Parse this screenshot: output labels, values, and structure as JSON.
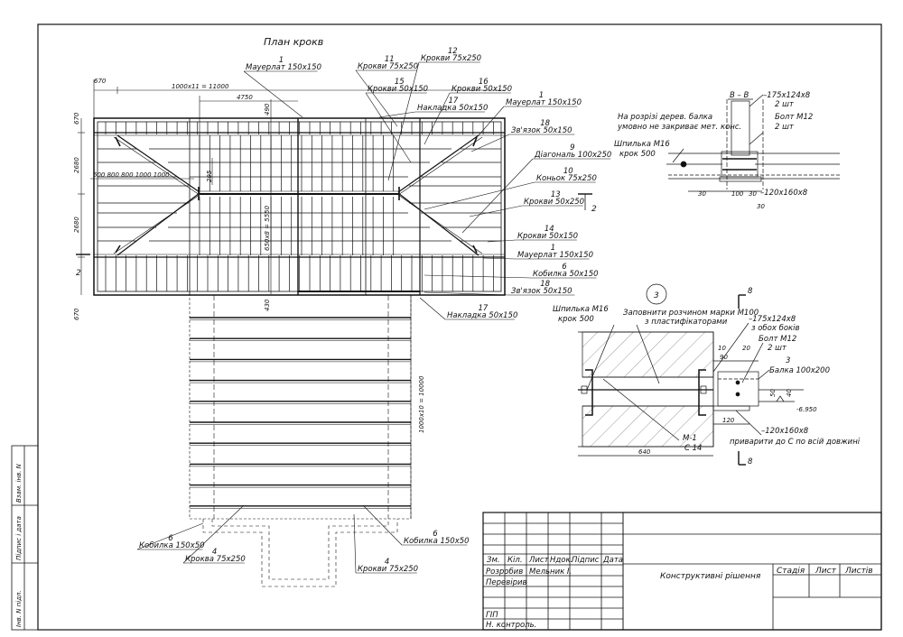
{
  "drawing_title": "План крокв",
  "side_stamp": [
    "Інв. N підл.",
    "Підпис і дата",
    "Взам. інв. N"
  ],
  "plan_dims": {
    "top_offset": "670",
    "total": "1000х11 = 11000",
    "half_span": "4750",
    "v_490": "490",
    "left_2680_a": "2680",
    "left_2680_b": "2680",
    "left_670_top": "670",
    "left_670_bot": "670",
    "spacing_row": "600 800 800 1000 1000",
    "v_295": "295",
    "v_5550": "650х8 = 5550",
    "v_430": "430",
    "v_10000": "1000х10 = 10000"
  },
  "section_marks": {
    "left": "2",
    "right": "2"
  },
  "callouts": [
    {
      "num": "1",
      "text": "Мауерлат 150х150"
    },
    {
      "num": "11",
      "text": "Крокви 75х250"
    },
    {
      "num": "12",
      "text": "Крокви 75х250"
    },
    {
      "num": "15",
      "text": "Крокви 50х150"
    },
    {
      "num": "16",
      "text": "Крокви 50х150"
    },
    {
      "num": "17",
      "text": "Накладка 50х150"
    },
    {
      "num": "1",
      "text": "Мауерлат 150х150"
    },
    {
      "num": "18",
      "text": "Зв'язок 50х150"
    },
    {
      "num": "9",
      "text": "Діагональ 100х250"
    },
    {
      "num": "10",
      "text": "Коньок 75х250"
    },
    {
      "num": "13",
      "text": "Крокви 50х250"
    },
    {
      "num": "14",
      "text": "Крокви 50х150"
    },
    {
      "num": "1",
      "text": "Мауерлат 150х150"
    },
    {
      "num": "6",
      "text": "Кобилка 50х150"
    },
    {
      "num": "18",
      "text": "Зв'язок 50х150"
    },
    {
      "num": "17",
      "text": "Накладка 50х150"
    },
    {
      "num": "6",
      "text": "Кобилка 150х50"
    },
    {
      "num": "4",
      "text": "Кроква 75х250"
    },
    {
      "num": "6",
      "text": "Кобилка 150х50"
    },
    {
      "num": "4",
      "text": "Крокви 75х250"
    }
  ],
  "section_bb": {
    "title": "В – В",
    "note1": "На розрізі дерев. балка",
    "note2": "умовно не закриває мет. конс.",
    "plate": "–175х124х8",
    "plate_qty": "2 шт",
    "bolt": "Болт М12",
    "bolt_qty": "2 шт",
    "stud": "Шпилька М16",
    "stud_step": "крок 500",
    "dims": [
      "30",
      "100",
      "30",
      "30"
    ],
    "bottom_plate": "–120х160х8"
  },
  "node3": {
    "number": "3",
    "mark_top": "8",
    "mark_bottom": "8",
    "stud": "Шпилька М16",
    "stud_step": "крок 500",
    "fill1": "Заповнити розчином марки М100",
    "fill2": "з пластифікаторами",
    "plate": "–175х124х8",
    "plate_note": "з обох боків",
    "bolt": "Болт М12",
    "bolt_qty": "2 шт",
    "beam_num": "3",
    "beam": "Балка 100х200",
    "dims": [
      "10",
      "90",
      "20",
      "120",
      "640",
      "50",
      "40"
    ],
    "level": "-6.950",
    "m1": "М-1",
    "c14": "С 14",
    "bottom_plate": "–120х160х8",
    "weld": "приварити до С по всій довжині"
  },
  "title_block": {
    "hdr": [
      "Зм.",
      "Кіл.",
      "Лист",
      "Ндок.",
      "Підпис",
      "Дата"
    ],
    "rows": [
      "Розробив",
      "Перевірив",
      "",
      "",
      "ГІП",
      "Н. контроль."
    ],
    "developer": "Мельник І.",
    "name": "Конструктивні рішення",
    "cols": [
      "Стадія",
      "Лист",
      "Листів"
    ]
  }
}
